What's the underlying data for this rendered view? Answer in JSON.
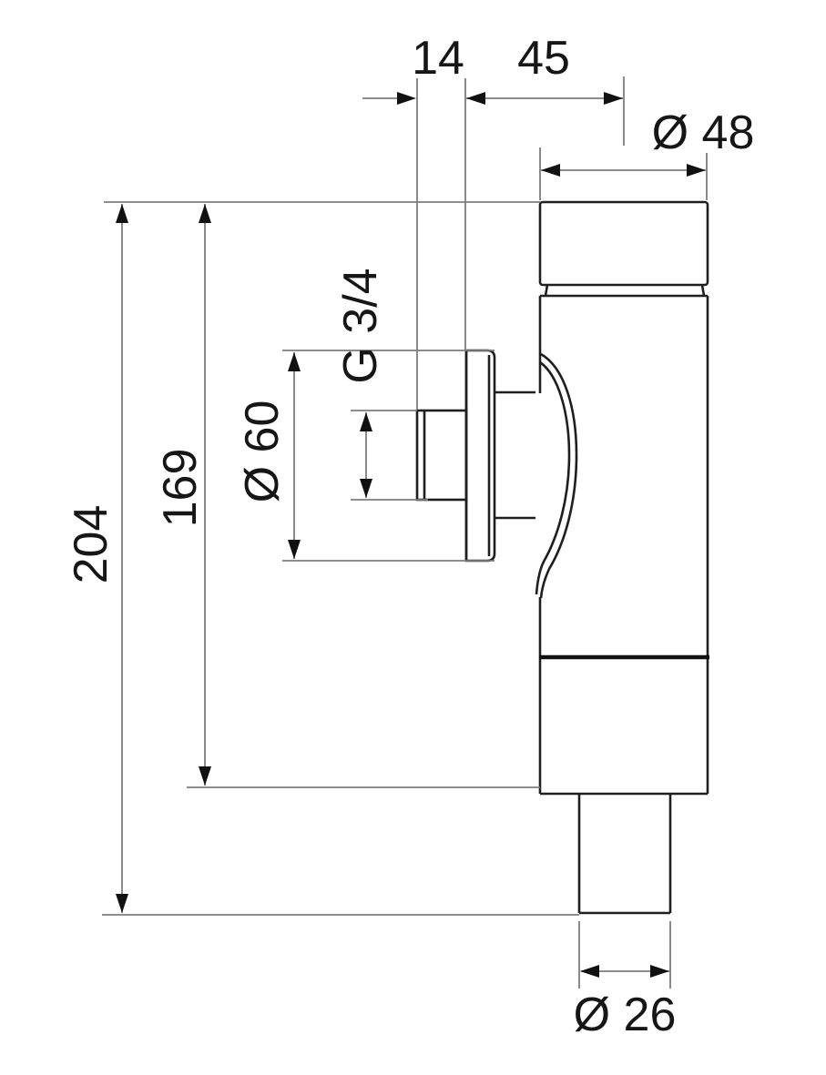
{
  "drawing": {
    "type": "technical-dimension-drawing",
    "subject": "wc-flush-valve-side-view",
    "unit": "mm",
    "dimensions": {
      "inlet_depth": "14",
      "wall_to_axis": "45",
      "body_diameter": "Ø 48",
      "overall_height": "204",
      "inlet_height": "169",
      "flange_diameter": "Ø 60",
      "inlet_thread": "G 3/4",
      "outlet_diameter": "Ø 26"
    },
    "colors": {
      "background": "#ffffff",
      "object_line": "#1f1f1f",
      "dimension_line": "#7d7d7d",
      "text": "#161616"
    }
  }
}
